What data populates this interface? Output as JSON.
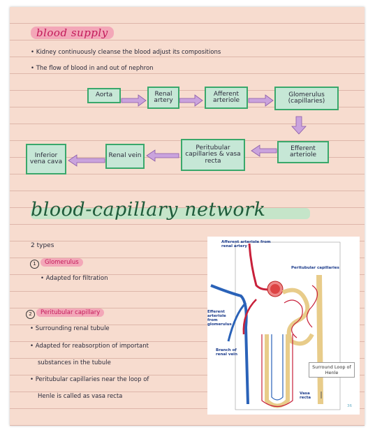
{
  "title": "blood supply",
  "bullets_top": [
    "Kidney continuously cleanse the blood adjust its compositions",
    "The flow of blood in and out of nephron"
  ],
  "flow": {
    "aorta": "Aorta",
    "renal_artery": "Renal artery",
    "afferent_arteriole": "Afferent arteriole",
    "glomerulus": "Glomerulus (capillaries)",
    "efferent_arteriole": "Efferent arteriole",
    "peritubular": "Peritubular capillaries & vasa recta",
    "renal_vein": "Renal vein",
    "ivc": "Inferior vena cava"
  },
  "heading": "blood-capillary network",
  "types_label": "2 types",
  "type1": {
    "num": "1",
    "name": "Glomerulus",
    "points": [
      "Adapted for filtration"
    ]
  },
  "type2": {
    "num": "2",
    "name": "Peritubular capillary",
    "points": [
      "Surrounding renal tubule",
      "Adapted for reabsorption of important",
      "substances in the tubule",
      "Peritubular capillaries near the loop of",
      "Henle is called as vasa recta"
    ]
  },
  "figure": {
    "afferent": "Afferent arteriole from renal artery",
    "peritubular": "Peritubular capillaries",
    "efferent": "Efferent arteriole from glomerulus",
    "branch": "Branch of renal vein",
    "loop": "Surround Loop of Henle",
    "vasa": "Vasa recta",
    "page_num": "36"
  },
  "colors": {
    "paper": "#f7dccf",
    "box": "#c6e7d6",
    "box_border": "#3aa86b",
    "arrow": "#caa3dd",
    "highlight_pink": "#f3a7b8"
  }
}
